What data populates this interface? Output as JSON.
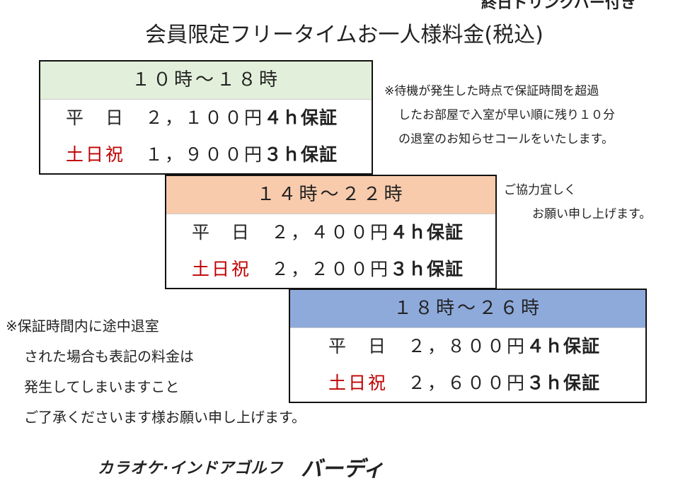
{
  "header": {
    "top_banner": "終日ドリンクバー付き",
    "title": "会員限定フリータイムお一人様料金(税込)"
  },
  "plans": [
    {
      "time": "１０時〜１８時",
      "color": "#e2efda",
      "rows": [
        {
          "day": "平　日",
          "price": "２，１００円",
          "guarantee": "４ｈ保証"
        },
        {
          "day": "土日祝",
          "price": "１，９００円",
          "guarantee": "３ｈ保証"
        }
      ]
    },
    {
      "time": "１４時〜２２時",
      "color": "#f8cbad",
      "rows": [
        {
          "day": "平　日",
          "price": "２，４００円",
          "guarantee": "４ｈ保証"
        },
        {
          "day": "土日祝",
          "price": "２，２００円",
          "guarantee": "３ｈ保証"
        }
      ]
    },
    {
      "time": "１８時〜２６時",
      "color": "#8eaadb",
      "rows": [
        {
          "day": "平　日",
          "price": "２，８００円",
          "guarantee": "４ｈ保証"
        },
        {
          "day": "土日祝",
          "price": "２，６００円",
          "guarantee": "３ｈ保証"
        }
      ]
    }
  ],
  "notes": {
    "right": [
      "※待機が発生した時点で保証時間を超過",
      "したお部屋で入室が早い順に残り１０分",
      "の退室のお知らせコールをいたします。"
    ],
    "thanks": [
      "ご協力宜しく",
      "お願い申し上げます。"
    ],
    "left": [
      "※保証時間内に途中退室",
      "された場合も表記の料金は",
      "発生してしまいますこと",
      "ご了承くださいます様お願い申し上げます。"
    ]
  },
  "logo": {
    "text": "カラオケ·インドアゴルフ",
    "name": "バーディ"
  }
}
